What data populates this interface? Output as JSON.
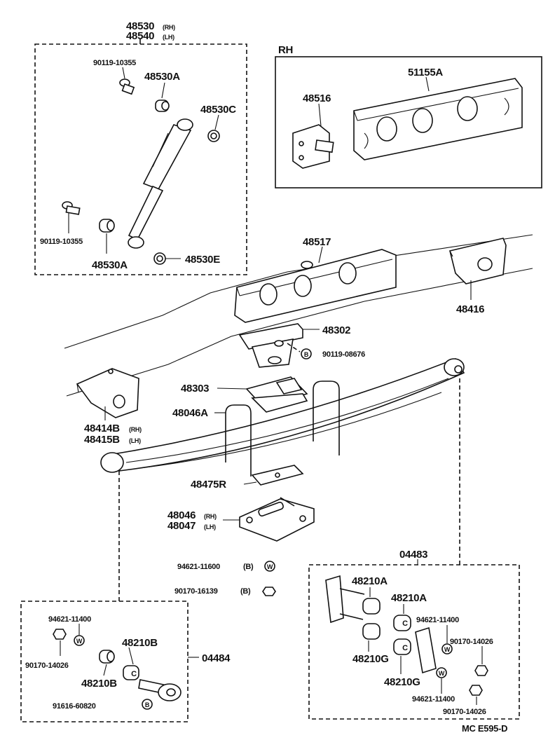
{
  "labels": {
    "shock_rh": "48530",
    "shock_rh_suffix": "(RH)",
    "shock_lh": "48540",
    "shock_lh_suffix": "(LH)",
    "bolt_upper": "90119-10355",
    "bushing_upper": "48530A",
    "cushion_upper": "48530C",
    "bolt_lower": "90119-10355",
    "bushing_lower": "48530A",
    "cushion_lower": "48530E",
    "rh_box": "RH",
    "crossmember": "51155A",
    "bracket_rh": "48516",
    "frame_crossmember": "48517",
    "rear_bracket": "48416",
    "bumper_bracket": "48302",
    "bumper_bolt": "90119-08676",
    "front_bracket_rh": "48414B",
    "front_bracket_rh_suffix": "(RH)",
    "front_bracket_lh": "48415B",
    "front_bracket_lh_suffix": "(LH)",
    "spring_bumper": "48303",
    "u_bolt": "48046A",
    "spacer": "48475R",
    "spring_seat_rh": "48046",
    "spring_seat_rh_suffix": "(RH)",
    "spring_seat_lh": "48047",
    "spring_seat_lh_suffix": "(LH)",
    "washer_b": "94621-11600",
    "washer_b_suffix": "(B)",
    "nut_b": "90170-16139",
    "nut_b_suffix": "(B)",
    "kit_left": "04484",
    "kit_left_washer": "94621-11400",
    "kit_left_nut": "90170-14026",
    "kit_left_bushing_top": "48210B",
    "kit_left_bushing_bottom": "48210B",
    "kit_left_pin": "91616-60820",
    "kit_right": "04483",
    "kit_right_bushing_a1": "48210A",
    "kit_right_bushing_a2": "48210A",
    "kit_right_washer_top": "94621-11400",
    "kit_right_nut_top": "90170-14026",
    "kit_right_bushing_g1": "48210G",
    "kit_right_bushing_g2": "48210G",
    "kit_right_washer_bottom": "94621-11400",
    "kit_right_nut_bottom": "90170-14026",
    "page_code": "MC  E595-D"
  },
  "glyphs": {
    "c_mark": "C",
    "w_mark": "W",
    "b_mark": "B"
  }
}
